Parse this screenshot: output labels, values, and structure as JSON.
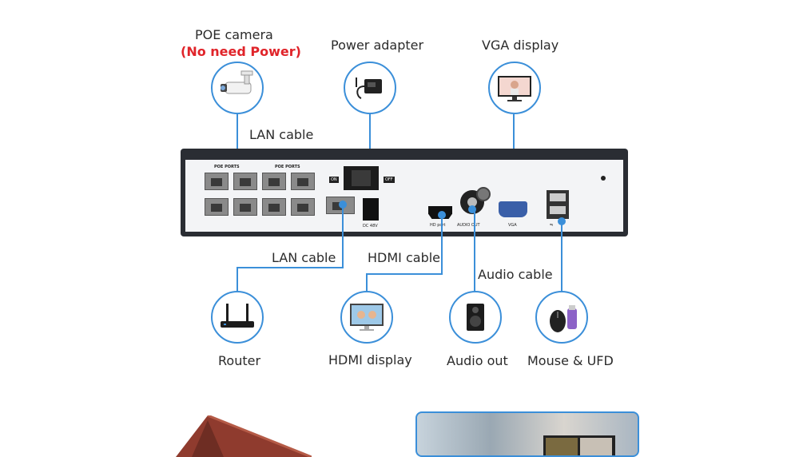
{
  "devices": {
    "poe_camera": {
      "label": "POE camera",
      "note": "(No need Power)"
    },
    "power_adapter": {
      "label": "Power adapter"
    },
    "vga_display": {
      "label": "VGA display"
    },
    "router": {
      "label": "Router"
    },
    "hdmi_display": {
      "label": "HDMI display"
    },
    "audio_out": {
      "label": "Audio out"
    },
    "mouse_ufd": {
      "label": "Mouse & UFD"
    }
  },
  "cables": {
    "lan_top": "LAN cable",
    "lan_bottom": "LAN cable",
    "hdmi": "HDMI cable",
    "audio": "Audio cable"
  },
  "nvr_panel": {
    "poe_ports_left": "POE PORTS",
    "poe_ports_right": "POE PORTS",
    "on": "ON",
    "off": "OFF",
    "dc": "DC 48V",
    "hdmi": "HD port",
    "audio": "AUDIO OUT",
    "vga": "VGA"
  },
  "colors": {
    "accent": "#3b8fd9",
    "warning": "#e0242a",
    "nvr_body": "#2a2d33"
  }
}
